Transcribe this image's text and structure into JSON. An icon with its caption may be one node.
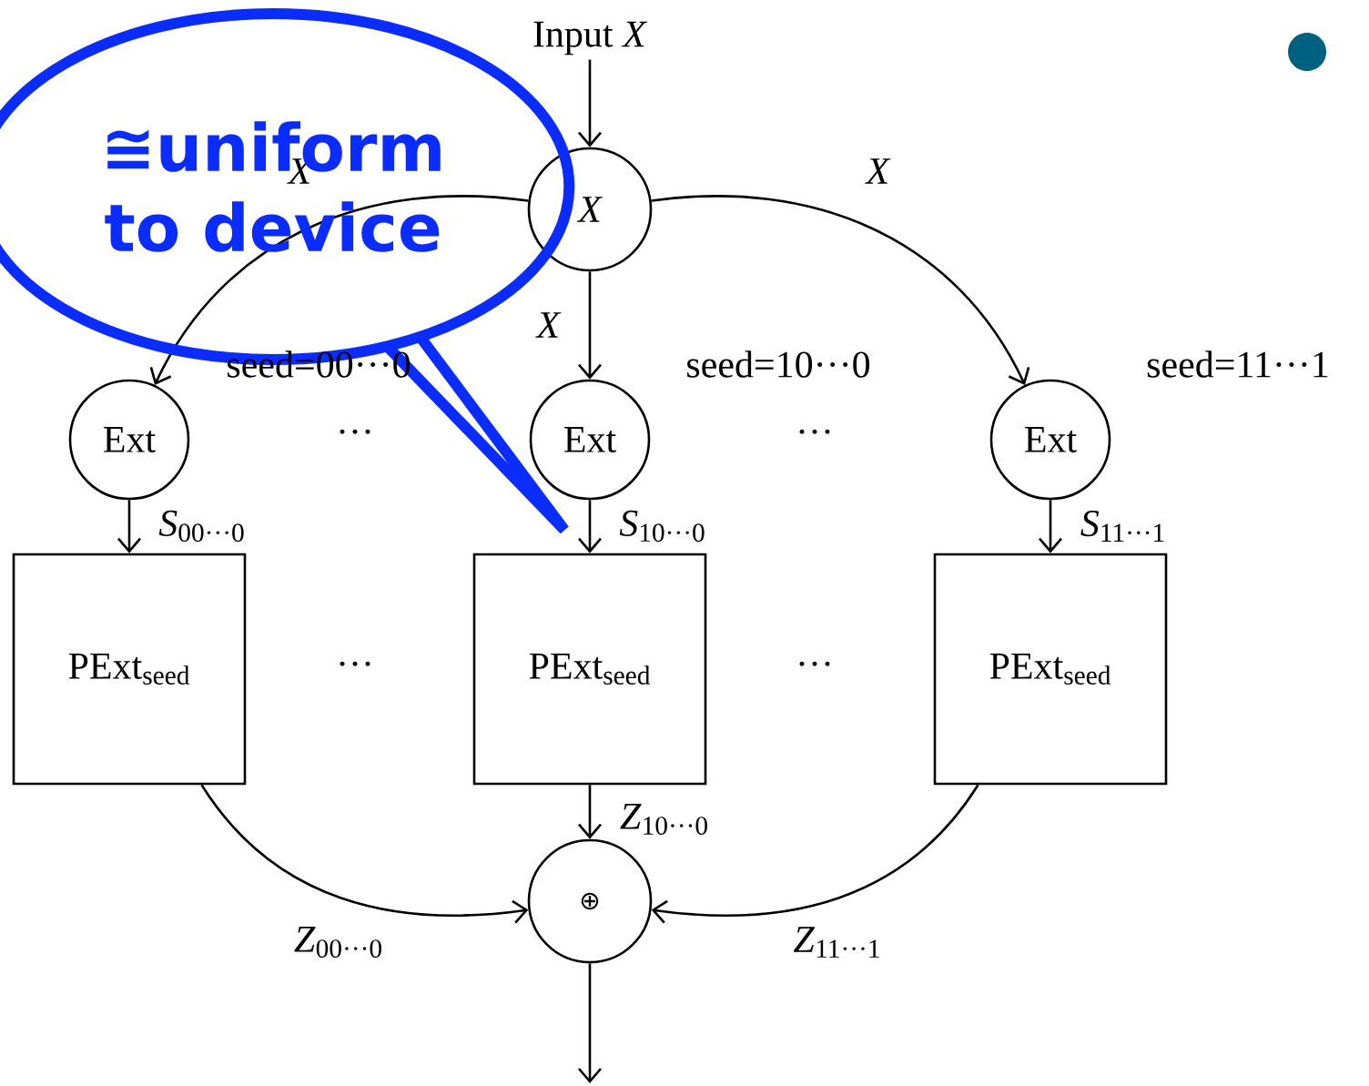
{
  "diagram": {
    "nodes": [
      {
        "text": [
          "Input *X*"
        ]
      },
      {
        "text": [
          "X"
        ]
      },
      {
        "text": [
          "Ext"
        ]
      },
      {
        "text": [
          "Ext"
        ]
      },
      {
        "text": [
          "Ext"
        ]
      },
      {
        "text": [
          "PExt$_{seed}$"
        ]
      },
      {
        "text": [
          "PExt$_{seed}$"
        ]
      },
      {
        "text": [
          "PExt$_{seed}$"
        ]
      },
      {
        "text": [
          "⊕"
        ]
      }
    ],
    "edges": [
      {
        "from": 0,
        "to": 1,
        "arrow": "to"
      },
      {
        "from": 1,
        "to": 2,
        "arrow": "to",
        "label": "*X*"
      },
      {
        "from": 1,
        "to": 3,
        "arrow": "to",
        "label": "*X*"
      },
      {
        "from": 1,
        "to": 4,
        "arrow": "to",
        "label": "*X*"
      },
      {
        "from": 2,
        "to": 5,
        "arrow": "to",
        "label": "*S*$_{00···0}$"
      },
      {
        "from": 3,
        "to": 6,
        "arrow": "to",
        "label": "*S*$_{10···0}$"
      },
      {
        "from": 4,
        "to": 7,
        "arrow": "to",
        "label": "*S*$_{11···1}$"
      },
      {
        "from": 5,
        "to": 8,
        "arrow": "to",
        "label": "*Z*$_{00···0}$"
      },
      {
        "from": 6,
        "to": 8,
        "arrow": "to",
        "label": "*Z*$_{10···0}$"
      },
      {
        "from": 7,
        "to": 8,
        "arrow": "to",
        "label": "*Z*$_{11···1}$"
      },
      {
        "from": 8,
        "to": null,
        "arrow": "to"
      }
    ],
    "labels": [
      "≅uniform to device",
      "seed=00···0",
      "seed=10···0",
      "seed=11···1",
      "···",
      "···",
      "···",
      "···"
    ]
  }
}
